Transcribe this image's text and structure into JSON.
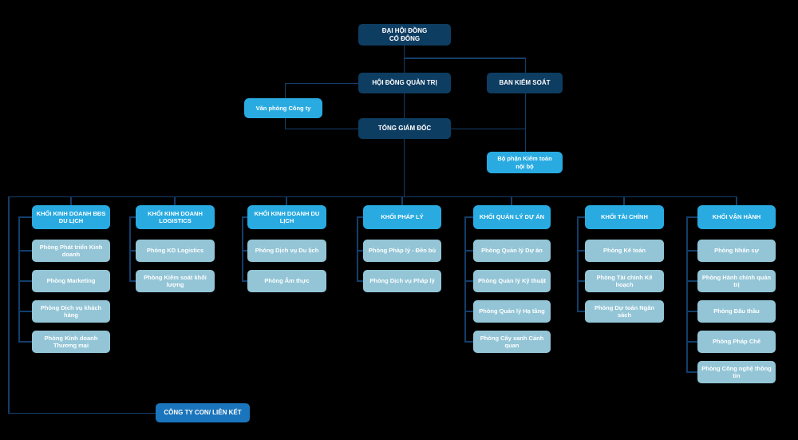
{
  "chart_data": {
    "type": "org-chart",
    "top_nodes": {
      "shareholders": "ĐẠI HỘI ĐỒNG CỔ ĐÔNG",
      "board": "HỘI ĐỒNG QUẢN TRỊ",
      "supervisory": "BAN KIỂM SOÁT",
      "company_office": "Văn phòng Công ty",
      "ceo": "TỔNG GIÁM ĐỐC",
      "internal_audit": "Bộ phận Kiểm toán nội bộ"
    },
    "bottom_node": "CÔNG TY CON/ LIÊN KẾT",
    "columns": [
      {
        "title": "KHỐI KINH DOANH BĐS DU LỊCH",
        "children": [
          "Phòng Phát triển Kinh doanh",
          "Phòng Marketing",
          "Phòng Dịch vụ khách hàng",
          "Phòng Kinh doanh Thương mại"
        ]
      },
      {
        "title": "KHỐI KINH DOANH LOGISTICS",
        "children": [
          "Phòng KD Logistics",
          "Phòng Kiểm soát khối lượng"
        ]
      },
      {
        "title": "KHỐI KINH DOANH DU LỊCH",
        "children": [
          "Phòng Dịch vụ Du lịch",
          "Phòng Ẩm thực"
        ]
      },
      {
        "title": "KHỐI PHÁP LÝ",
        "children": [
          "Phòng Pháp lý - Đền bù",
          "Phòng Dịch vụ Pháp lý"
        ]
      },
      {
        "title": "KHỐI QUẢN LÝ DỰ ÁN",
        "children": [
          "Phòng Quản lý Dự án",
          "Phòng Quản lý Kỹ thuật",
          "Phòng Quản lý Hạ tầng",
          "Phòng Cây xanh Cảnh quan"
        ]
      },
      {
        "title": "KHỐI TÀI CHÍNH",
        "children": [
          "Phòng Kế toán",
          "Phòng Tài chính Kế hoạch",
          "Phòng Dự toán Ngân sách"
        ]
      },
      {
        "title": "KHỐI VẬN HÀNH",
        "children": [
          "Phòng Nhân sự",
          "Phòng Hành chính quản trị",
          "Phòng Đấu thầu",
          "Phòng Pháp Chế",
          "Phòng Công nghệ thông tin"
        ]
      }
    ],
    "colors": {
      "executive_box": "#0e3d62",
      "division_box": "#29abe2",
      "department_box": "#93c5d6",
      "subsidiary_box": "#1b75bc",
      "connector": "#133e6b",
      "text": "#ffffff",
      "background": "#000000"
    }
  }
}
